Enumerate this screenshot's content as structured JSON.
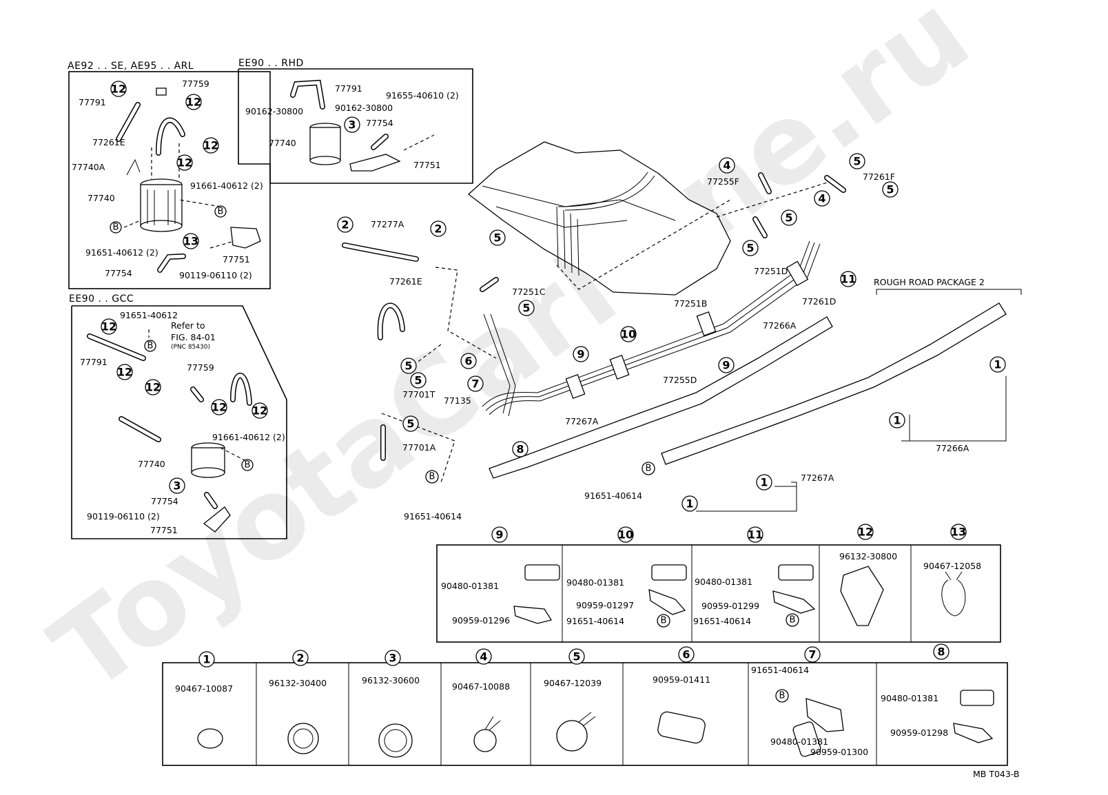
{
  "watermark": "ToyotaCarMine.ru",
  "code": "MB  T043-B",
  "groups": {
    "ae92": "AE92 . . SE, AE95 . . ARL",
    "ee90rhd": "EE90 . . RHD",
    "ee90gcc": "EE90 . . GCC",
    "rough": "ROUGH ROAD PACKAGE 2"
  },
  "note": {
    "l1": "Refer to",
    "l2": "FIG. 84-01",
    "l3": "(PNC 85430)"
  },
  "a": {
    "p77759": "77759",
    "p77791": "77791",
    "p77261e": "77261E",
    "p77740a": "77740A",
    "p77740": "77740",
    "p91661": "91661-40612 (2)",
    "p91651": "91651-40612 (2)",
    "p77754": "77754",
    "p77751": "77751",
    "p90119": "90119-06110 (2)"
  },
  "r": {
    "p77791": "77791",
    "p90162a": "90162-30800",
    "p90162b": "90162-30800",
    "p91655": "91655-40610 (2)",
    "p77754": "77754",
    "p77740": "77740",
    "p77751": "77751"
  },
  "g": {
    "p91651": "91651-40612",
    "p77791": "77791",
    "p77759": "77759",
    "p91661": "91661-40612 (2)",
    "p77740": "77740",
    "p77754": "77754",
    "p90119": "90119-06110 (2)",
    "p77751": "77751"
  },
  "m": {
    "p77277a": "77277A",
    "p77261e": "77261E",
    "p77251c": "77251C",
    "p77701t": "77701T",
    "p77135": "77135",
    "p77701a": "77701A",
    "p91651a": "91651-40614",
    "p77255f": "77255F",
    "p77261f": "77261F",
    "p77251d": "77251D",
    "p77251b": "77251B",
    "p77261d": "77261D",
    "p77266a": "77266A",
    "p77255d": "77255D",
    "p77267a": "77267A",
    "p91651b": "91651-40614",
    "p77267a2": "77267A",
    "p77266a2": "77266A"
  },
  "k": {
    "c9a": "90480-01381",
    "c9b": "90959-01296",
    "c10a": "90480-01381",
    "c10b": "90959-01297",
    "c10c": "91651-40614",
    "c11a": "90480-01381",
    "c11b": "90959-01299",
    "c11c": "91651-40614",
    "c12": "96132-30800",
    "c13": "90467-12058",
    "c1": "90467-10087",
    "c2": "96132-30400",
    "c3": "96132-30600",
    "c4": "90467-10088",
    "c5": "90467-12039",
    "c6": "90959-01411",
    "c7a": "91651-40614",
    "c7b": "90480-01381",
    "c7c": "90959-01300",
    "c8a": "90480-01381",
    "c8b": "90959-01298"
  },
  "nums": {
    "n1": "1",
    "n2": "2",
    "n3": "3",
    "n4": "4",
    "n5": "5",
    "n6": "6",
    "n7": "7",
    "n8": "8",
    "n9": "9",
    "n10": "10",
    "n11": "11",
    "n12": "12",
    "n13": "13",
    "B": "B"
  }
}
